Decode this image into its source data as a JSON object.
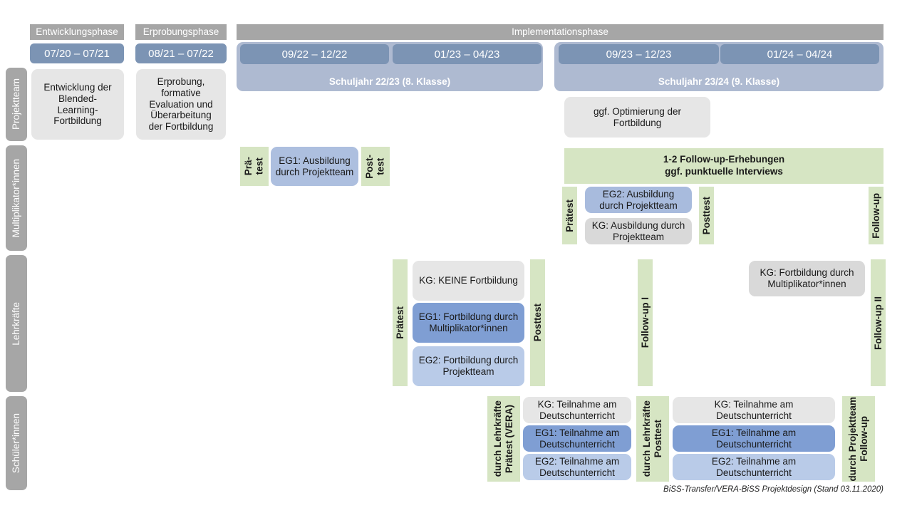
{
  "header": {
    "phases": [
      {
        "label": "Entwicklungsphase"
      },
      {
        "label": "Erprobungsphase"
      },
      {
        "label": "Implementationsphase"
      }
    ],
    "periods": [
      {
        "label": "07/20 – 07/21"
      },
      {
        "label": "08/21 – 07/22"
      },
      {
        "label": "09/22 – 12/22"
      },
      {
        "label": "01/23 – 04/23"
      },
      {
        "label": "09/23 – 12/23"
      },
      {
        "label": "01/24 – 04/24"
      }
    ],
    "schoolyears": [
      {
        "label": "Schuljahr 22/23 (8. Klasse)"
      },
      {
        "label": "Schuljahr 23/24 (9. Klasse)"
      }
    ]
  },
  "roles": [
    {
      "label": "Projektteam"
    },
    {
      "label": "Multiplikator*innen"
    },
    {
      "label": "Lehrkräfte"
    },
    {
      "label": "Schüler*innen"
    }
  ],
  "projektteam": {
    "entwicklung": "Entwicklung der\nBlended-\nLearning-\nFortbildung",
    "erprobung": "Erprobung,\nformative\nEvaluation und\nÜberarbeitung\nder Fortbildung",
    "optimierung": "ggf. Optimierung der\nFortbildung"
  },
  "multiplikator": {
    "praetest_1": "Prä-\ntest",
    "posttest_1": "Post-\ntest",
    "eg1": "EG1: Ausbildung durch Projektteam",
    "followup_banner": "1-2 Follow-up-Erhebungen\nggf. punktuelle Interviews",
    "praetest_2": "Prätest",
    "posttest_2": "Posttest",
    "eg2": "EG2: Ausbildung durch Projektteam",
    "kg": "KG: Ausbildung durch Projektteam",
    "followup": "Follow-up"
  },
  "lehrkraefte": {
    "praetest": "Prätest",
    "posttest": "Posttest",
    "kg_keine": "KG:  KEINE Fortbildung",
    "eg1": "EG1: Fortbildung durch Multiplikator*innen",
    "eg2": "EG2: Fortbildung durch Projektteam",
    "followup_1": "Follow-up I",
    "kg_fortbildung": "KG: Fortbildung durch Multiplikator*innen",
    "followup_2": "Follow-up II"
  },
  "schueler": {
    "praetest_main": "Prätest (VERA)",
    "praetest_sub": "durch Lehrkräfte",
    "posttest_main": "Posttest",
    "posttest_sub": "durch Lehrkräfte",
    "followup_main": "Follow-up",
    "followup_sub": "durch Projektteam",
    "left": [
      {
        "label": "KG: Teilnahme am Deutschunterricht",
        "style": "grey"
      },
      {
        "label": "EG1: Teilnahme am Deutschunterricht",
        "style": "blue-dark"
      },
      {
        "label": "EG2: Teilnahme am Deutschunterricht",
        "style": "blue-pale"
      }
    ],
    "right": [
      {
        "label": "KG: Teilnahme am Deutschunterricht",
        "style": "grey"
      },
      {
        "label": "EG1: Teilnahme am Deutschunterricht",
        "style": "blue-dark"
      },
      {
        "label": "EG2: Teilnahme am Deutschunterricht",
        "style": "blue-pale"
      }
    ]
  },
  "footer": {
    "caption": "BiSS-Transfer/VERA-BiSS Projektdesign (Stand 03.11.2020)"
  },
  "colors": {
    "grey_bar": "#a6a6a6",
    "period_blue": "#7c94b4",
    "schoolyear_blue": "#aebad1",
    "green": "#d6e5c3",
    "box_grey": "#e6e6e6",
    "blue_dark": "#7f9ed3",
    "blue_pale": "#b9cbe8"
  }
}
